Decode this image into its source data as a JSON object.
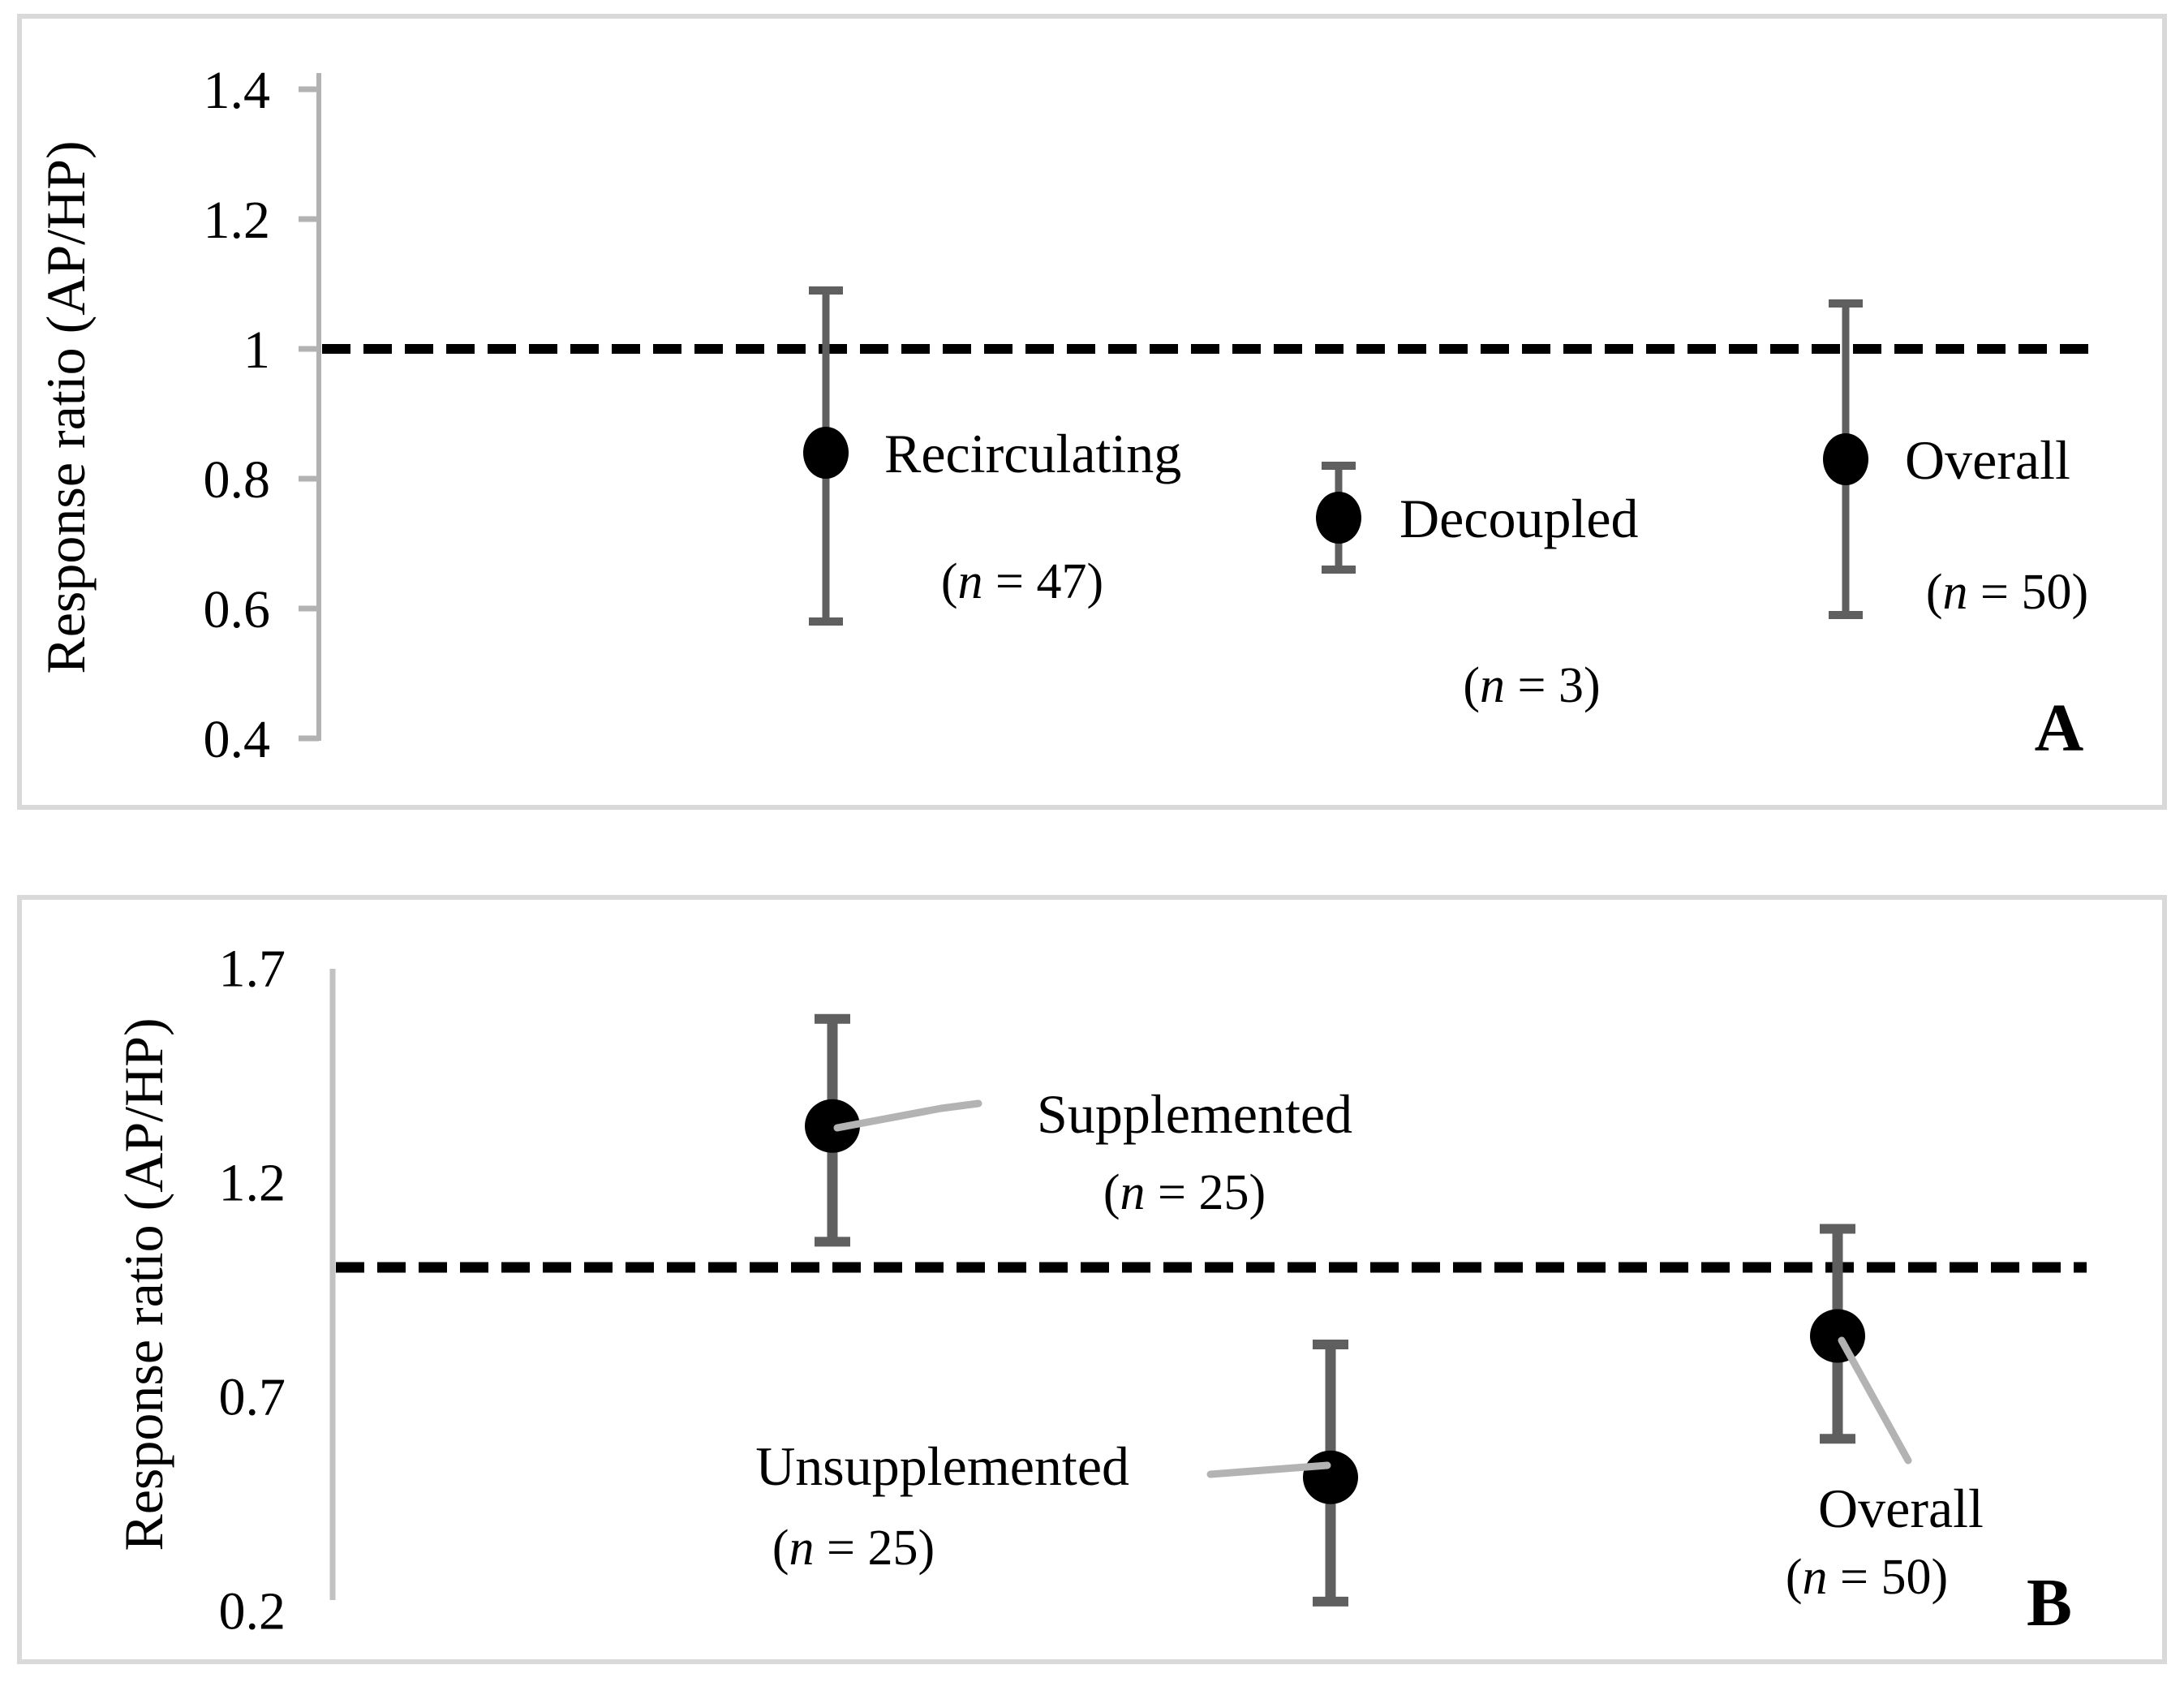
{
  "figure": {
    "background": "#ffffff",
    "panel_border_color": "#d9d9d9",
    "axis_color_a": "#b2b2b2",
    "axis_color_b": "#c2c2c2",
    "error_bar_color": "#5f5f5f",
    "point_color": "#000000",
    "reference_line_color": "#000000",
    "leader_line_color": "#b3b3b3",
    "text_color": "#000000"
  },
  "chart_data": [
    {
      "panel_letter": "A",
      "type": "scatter",
      "ylabel": "Response ratio (AP/HP)",
      "ylim": [
        0.4,
        1.4
      ],
      "grid": false,
      "legend": "none",
      "yticks": [
        {
          "label": "1.4",
          "value": 1.4
        },
        {
          "label": "1.2",
          "value": 1.2
        },
        {
          "label": "1",
          "value": 1.0
        },
        {
          "label": "0.8",
          "value": 0.8
        },
        {
          "label": "0.6",
          "value": 0.6
        },
        {
          "label": "0.4",
          "value": 0.4
        }
      ],
      "reference_line": {
        "value": 1.0,
        "style": "dashed"
      },
      "groups": [
        {
          "label": "Recirculating",
          "n": 47,
          "n_label": "(n = 47)",
          "mean": 0.84,
          "ci_low": 0.58,
          "ci_high": 1.09
        },
        {
          "label": "Decoupled",
          "n": 3,
          "n_label": "(n = 3)",
          "mean": 0.74,
          "ci_low": 0.66,
          "ci_high": 0.82
        },
        {
          "label": "Overall",
          "n": 50,
          "n_label": "(n = 50)",
          "mean": 0.83,
          "ci_low": 0.59,
          "ci_high": 1.07
        }
      ]
    },
    {
      "panel_letter": "B",
      "type": "scatter",
      "ylabel": "Response ratio (AP/HP)",
      "ylim": [
        0.2,
        1.7
      ],
      "grid": false,
      "legend": "none",
      "yticks": [
        {
          "label": "1.7",
          "value": 1.7
        },
        {
          "label": "1.2",
          "value": 1.2
        },
        {
          "label": "0.7",
          "value": 0.7
        },
        {
          "label": "0.2",
          "value": 0.2
        }
      ],
      "reference_line": {
        "value": 1.0,
        "style": "dashed"
      },
      "groups": [
        {
          "label": "Supplemented",
          "n": 25,
          "n_label": "(n = 25)",
          "mean": 1.33,
          "ci_low": 1.06,
          "ci_high": 1.58
        },
        {
          "label": "Unsupplemented",
          "n": 25,
          "n_label": "(n = 25)",
          "mean": 0.51,
          "ci_low": 0.22,
          "ci_high": 0.82
        },
        {
          "label": "Overall",
          "n": 50,
          "n_label": "(n = 50)",
          "mean": 0.84,
          "ci_low": 0.6,
          "ci_high": 1.09
        }
      ]
    }
  ]
}
